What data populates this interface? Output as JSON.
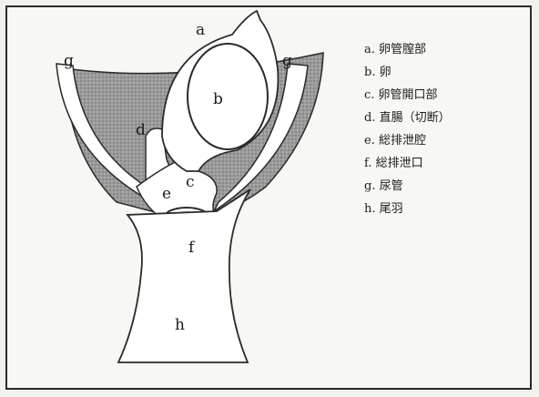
{
  "figure": {
    "labels": {
      "a": "a",
      "b": "b",
      "c": "c",
      "d": "d",
      "e": "e",
      "f": "f",
      "g_left": "g",
      "g_right": "g",
      "h": "h"
    }
  },
  "legend": {
    "items": [
      "a. 卵管膣部",
      "b. 卵",
      "c. 卵管開口部",
      "d. 直腸（切断）",
      "e. 総排泄腔",
      "f. 総排泄口",
      "g. 尿管",
      "h. 尾羽"
    ]
  }
}
